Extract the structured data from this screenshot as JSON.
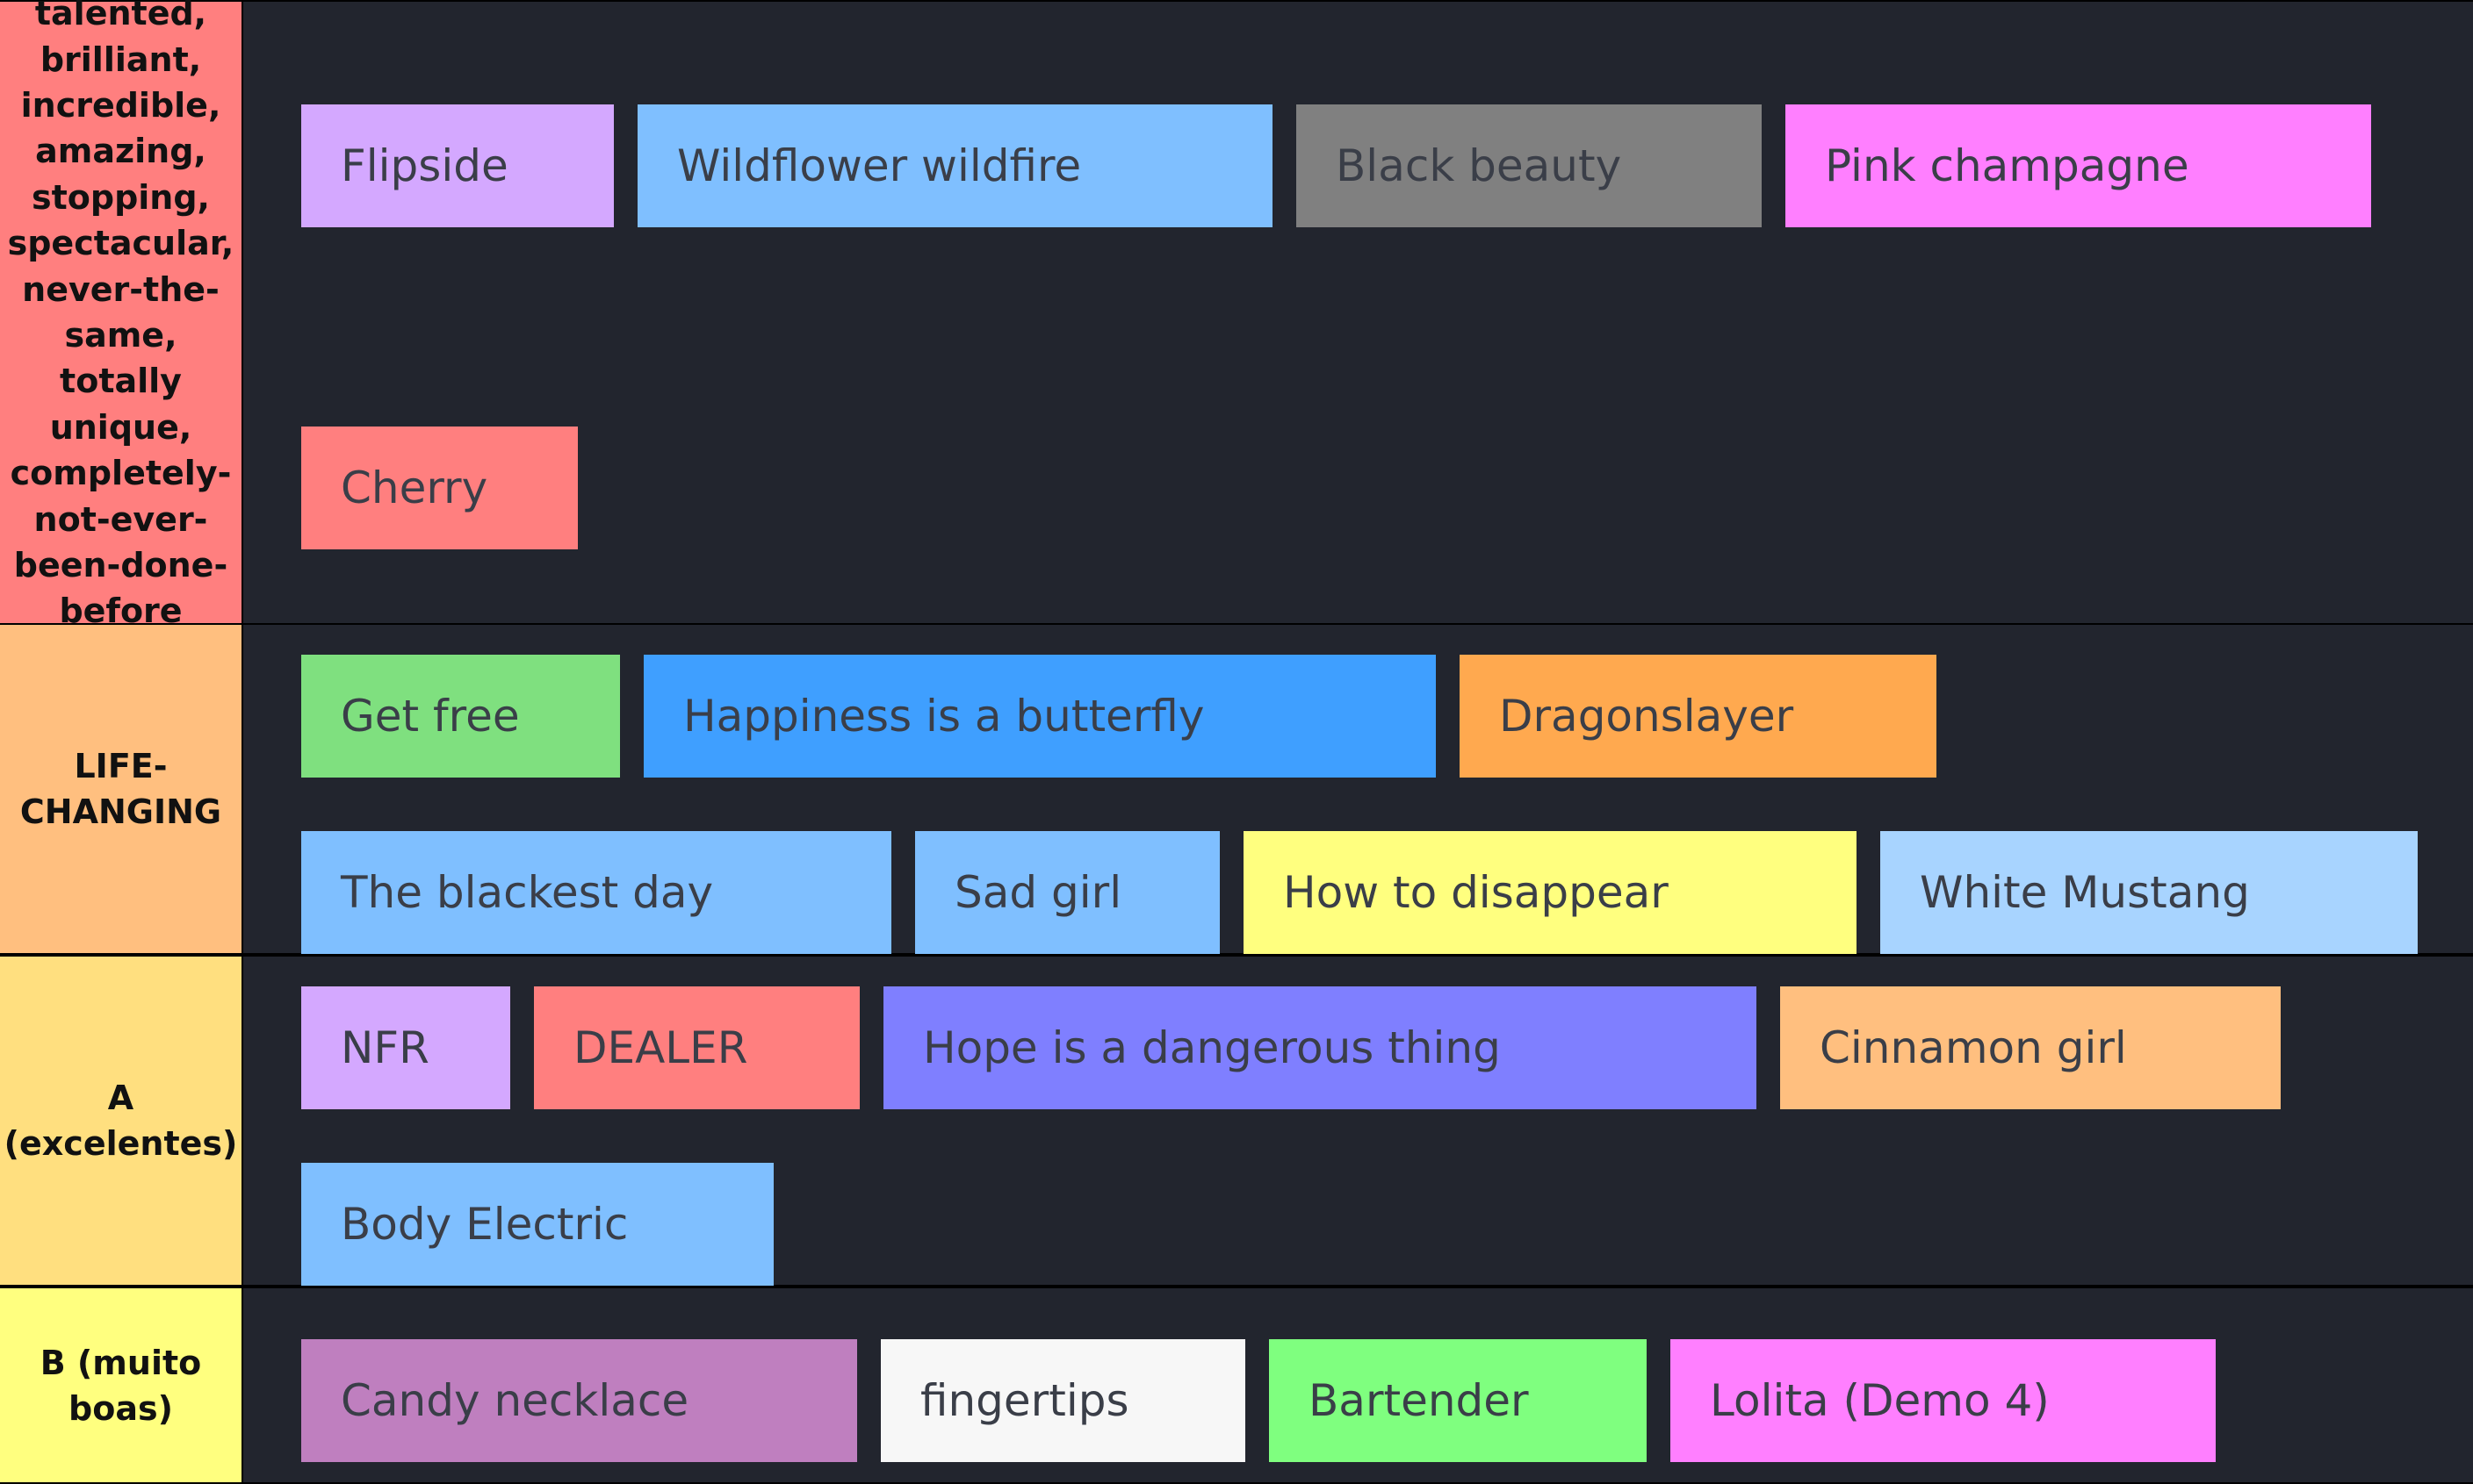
{
  "tiers": [
    {
      "label": "talented, brilliant, incredible, amazing, stopping, spectacular, never-the-same, totally unique, completely-not-ever-been-done-before",
      "color": "#ff7f7f",
      "items": [
        {
          "name": "Flipside",
          "color": "#d4a8ff"
        },
        {
          "name": "Wildflower wildfire",
          "color": "#7fbfff"
        },
        {
          "name": "Black beauty",
          "color": "#808080"
        },
        {
          "name": "Pink champagne",
          "color": "#ff7fff"
        },
        {
          "name": "Cherry",
          "color": "#ff7f7f"
        }
      ]
    },
    {
      "label": "LIFE-CHANGING",
      "color": "#ffbf7f",
      "items": [
        {
          "name": "Get free",
          "color": "#7fe07f"
        },
        {
          "name": "Happiness is a butterfly",
          "color": "#3f9fff"
        },
        {
          "name": "Dragonslayer",
          "color": "#ffa94f"
        },
        {
          "name": "The blackest day",
          "color": "#7fbfff"
        },
        {
          "name": "Sad girl",
          "color": "#7fbfff"
        },
        {
          "name": "How to disappear",
          "color": "#ffff7f"
        },
        {
          "name": "White Mustang",
          "color": "#a8d4ff"
        }
      ]
    },
    {
      "label": "A (excelentes)",
      "color": "#ffdf7f",
      "items": [
        {
          "name": "NFR",
          "color": "#d4a8ff"
        },
        {
          "name": "DEALER",
          "color": "#ff7f7f"
        },
        {
          "name": "Hope is a dangerous thing",
          "color": "#7f7fff"
        },
        {
          "name": "Cinnamon girl",
          "color": "#ffbf7f"
        },
        {
          "name": "Body Electric",
          "color": "#7fbfff"
        }
      ]
    },
    {
      "label": "B (muito boas)",
      "color": "#ffff7f",
      "items": [
        {
          "name": "Candy necklace",
          "color": "#bf7fbf"
        },
        {
          "name": "fingertips",
          "color": "#f7f7f7"
        },
        {
          "name": "Bartender",
          "color": "#7fff7f"
        },
        {
          "name": "Lolita (Demo 4)",
          "color": "#ff7fff"
        }
      ]
    }
  ]
}
